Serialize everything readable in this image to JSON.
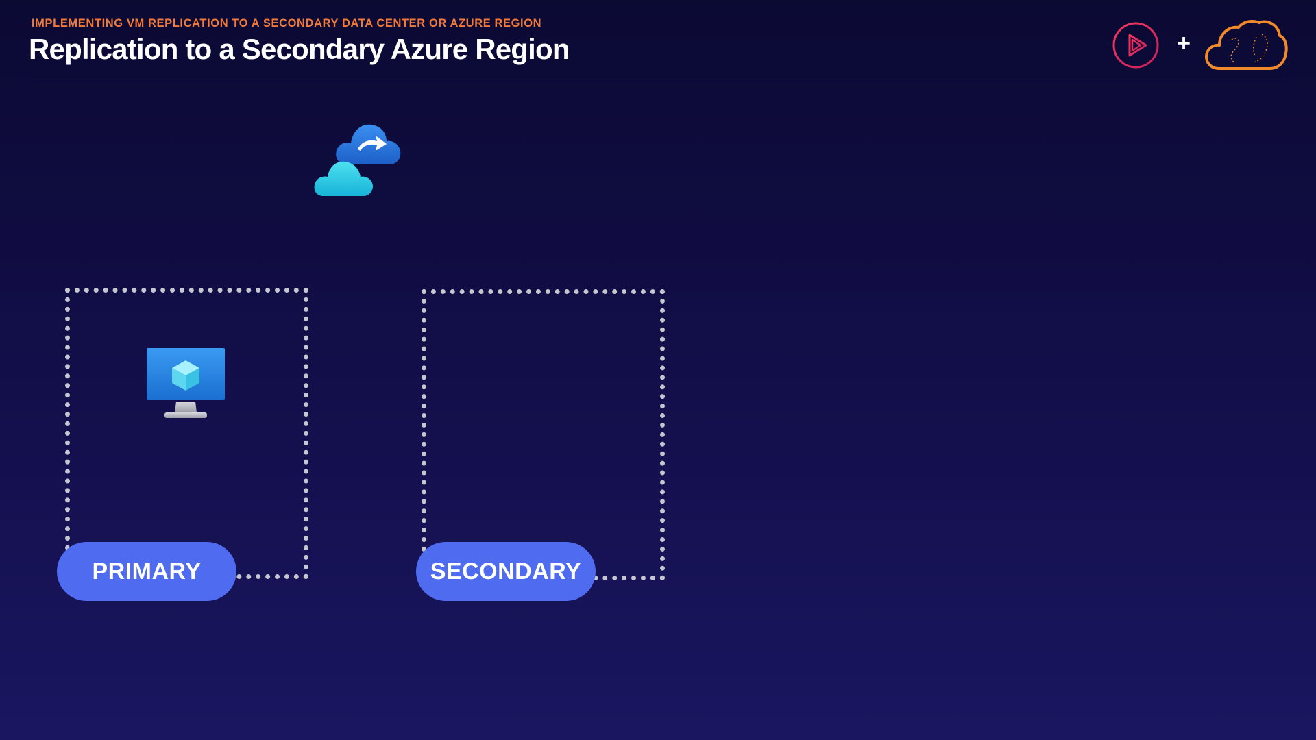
{
  "header": {
    "eyebrow": "IMPLEMENTING VM REPLICATION TO A SECONDARY DATA CENTER OR AZURE REGION",
    "title": "Replication to a Secondary Azure Region"
  },
  "logos": {
    "plus": "+",
    "play_icon": "play-logo-icon",
    "cloud_icon": "cloud-logo-icon"
  },
  "diagram": {
    "replication_icon": "cloud-replication-icon",
    "vm_icon": "virtual-machine-icon",
    "regions": [
      {
        "label": "PRIMARY"
      },
      {
        "label": "SECONDARY"
      }
    ]
  },
  "colors": {
    "accent_orange": "#ef7a3c",
    "label_blue": "#4f6bf0",
    "play_red": "#e0245e",
    "dotted_border": "#c4c6d0"
  }
}
